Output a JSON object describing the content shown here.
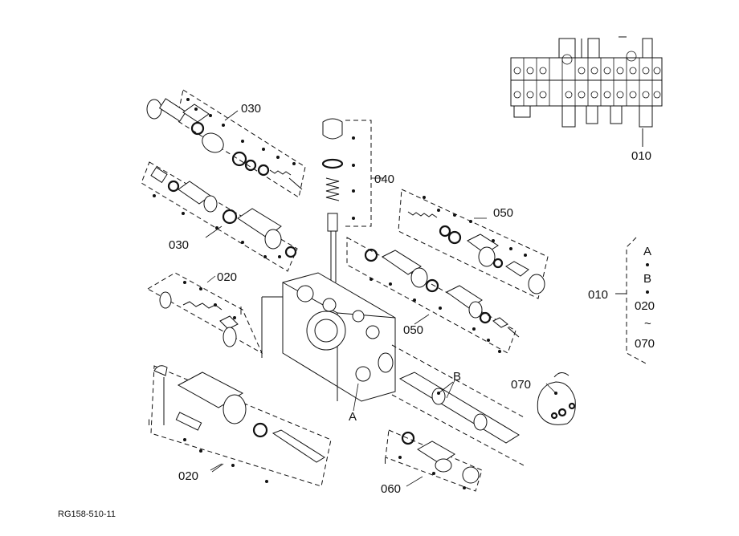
{
  "labels": {
    "g010_top": "010",
    "g030_a": "030",
    "g030_b": "030",
    "g040": "040",
    "g050_a": "050",
    "g050_b": "050",
    "g020_a": "020",
    "g020_b": "020",
    "g060": "060",
    "g070": "070",
    "marker_a": "A",
    "marker_b": "B",
    "legend_main": "010",
    "legend_a": "A",
    "legend_b": "B",
    "legend_020": "020",
    "legend_tilde": "~",
    "legend_070": "070",
    "tick_1": "I",
    "tick_2": "I",
    "footer_code": "RG158-510-11"
  }
}
